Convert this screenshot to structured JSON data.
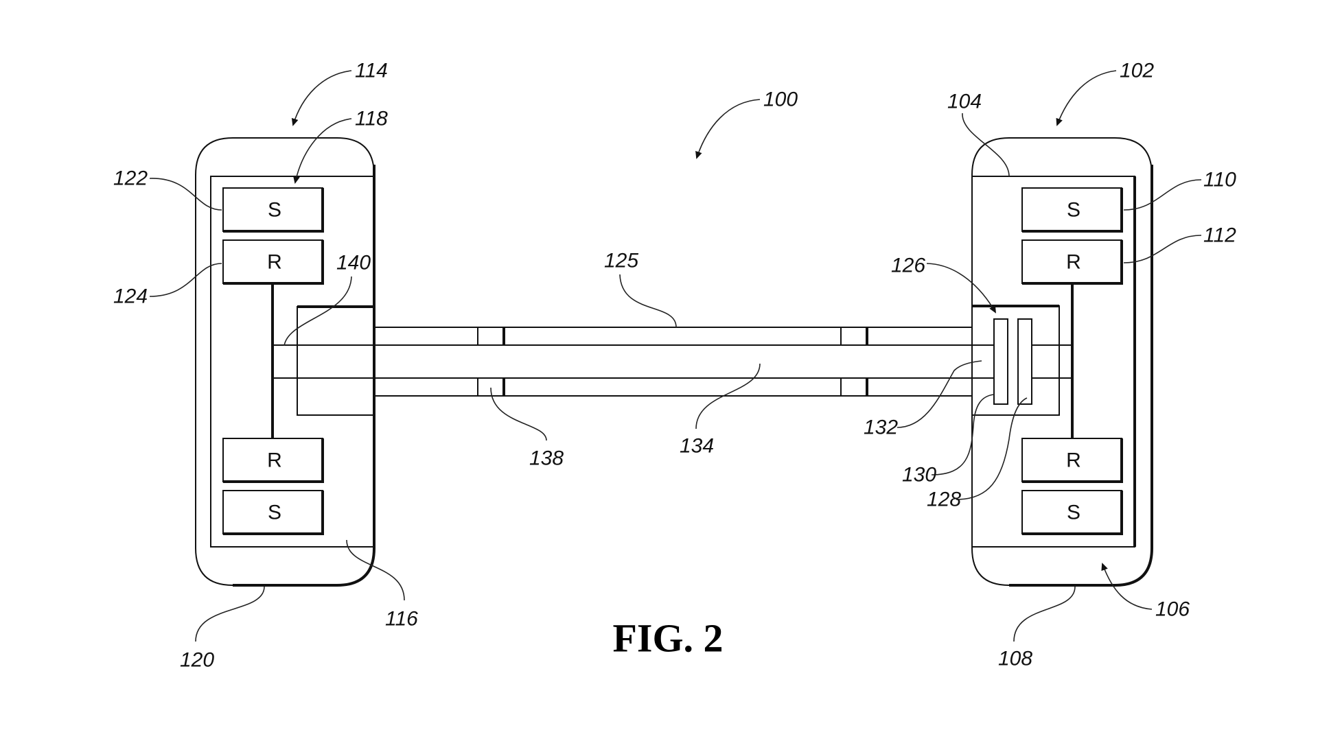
{
  "figure": {
    "caption": "FIG. 2",
    "reference_numerals": {
      "system": "100",
      "right_wheel_assembly": "102",
      "right_hub": "104",
      "right_rim": "106",
      "right_tire": "108",
      "right_stator": "110",
      "right_rotor": "112",
      "left_wheel_assembly": "114",
      "left_rim": "116",
      "left_hub": "118",
      "left_tire": "120",
      "left_stator": "122",
      "left_rotor": "124",
      "axle_housing": "125",
      "clutch": "126",
      "clutch_plate_a": "128",
      "clutch_plate_b": "130",
      "shaft_end": "132",
      "shaft": "134",
      "bearing": "138",
      "left_bracket": "140"
    },
    "left_wheel": {
      "boxes": [
        "S",
        "R",
        "R",
        "S"
      ]
    },
    "right_wheel": {
      "boxes": [
        "S",
        "R",
        "R",
        "S"
      ]
    }
  }
}
